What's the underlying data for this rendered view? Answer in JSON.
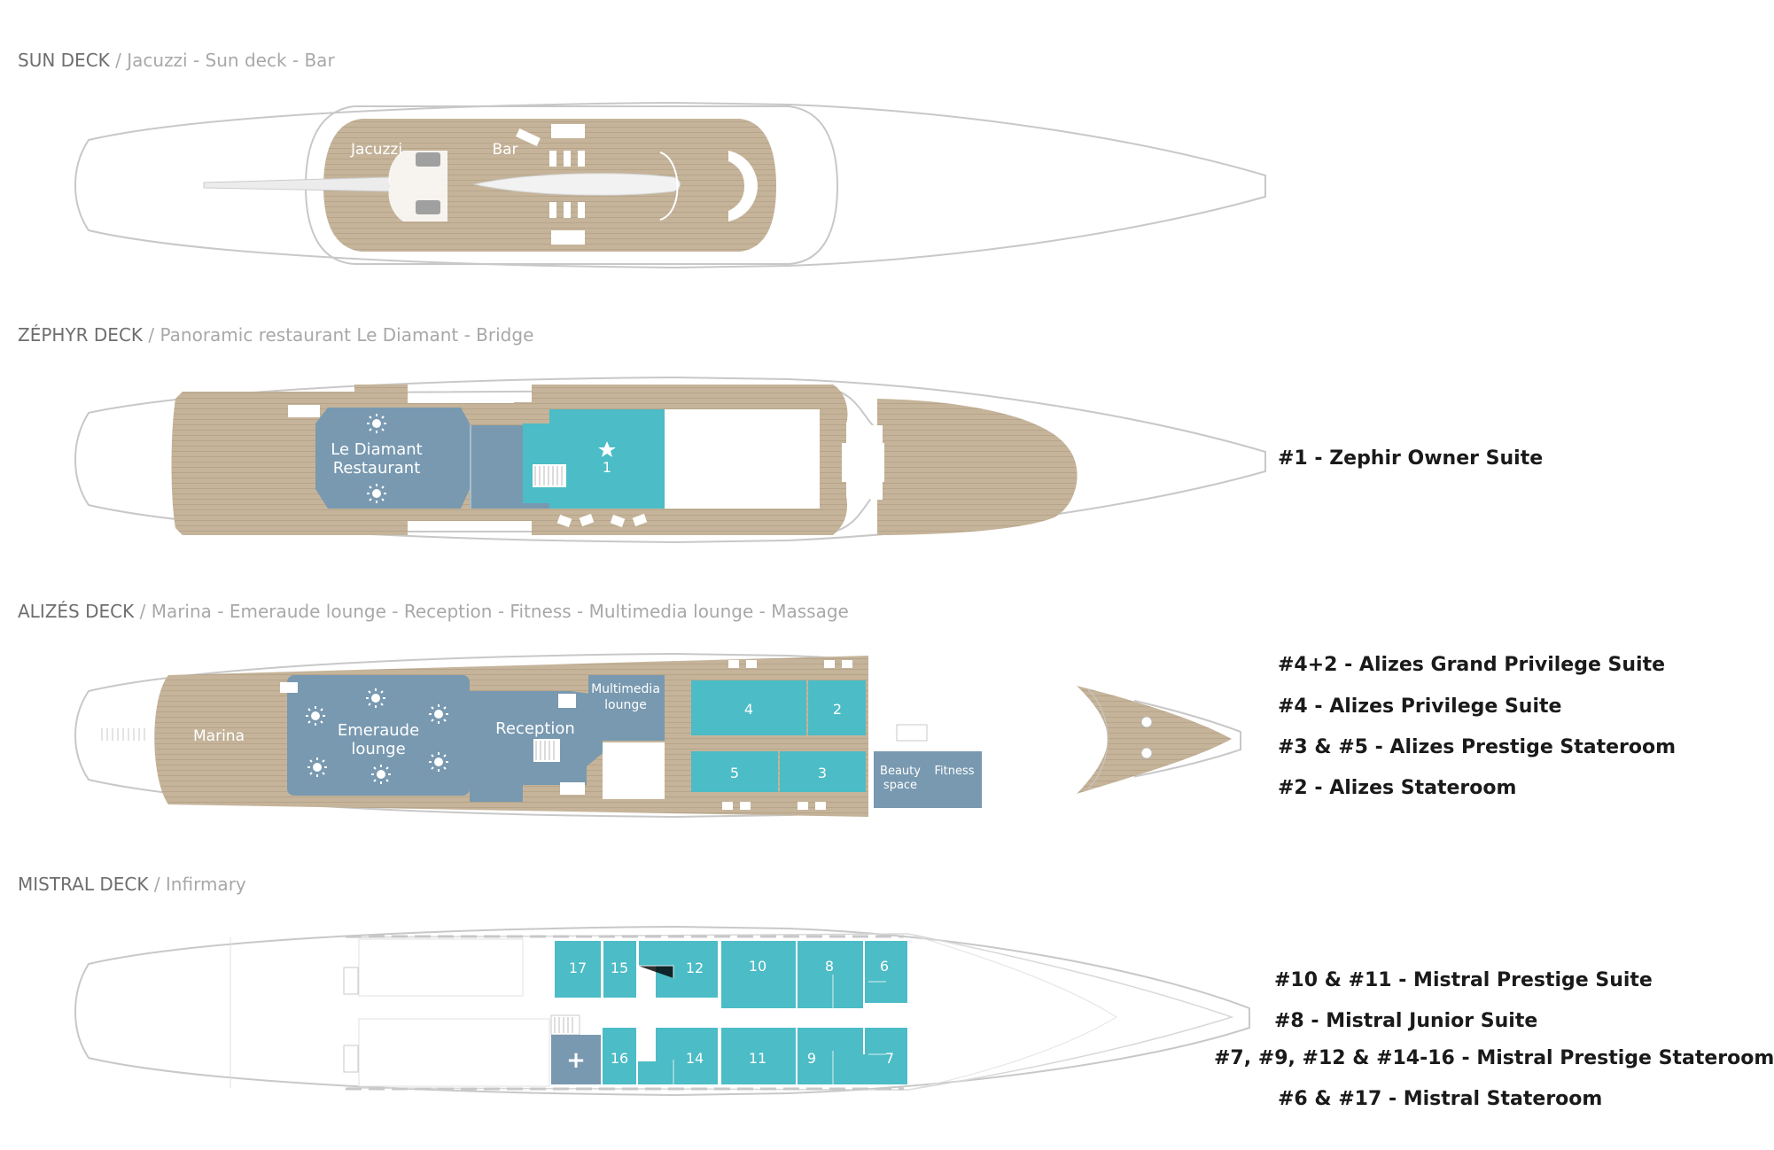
{
  "decks": [
    {
      "name": "SUN DECK",
      "subtitle": "/ Jacuzzi - Sun deck - Bar"
    },
    {
      "name": "ZÉPHYR DECK",
      "subtitle": "/  Panoramic restaurant Le Diamant - Bridge"
    },
    {
      "name": "ALIZÉS DECK",
      "subtitle": "/ Marina - Emeraude lounge - Reception - Fitness - Multimedia lounge - Massage"
    },
    {
      "name": "MISTRAL DECK",
      "subtitle": "/ Infirmary"
    }
  ],
  "sun_deck": {
    "jacuzzi": "Jacuzzi",
    "bar": "Bar"
  },
  "zephyr_deck": {
    "restaurant_line1": "Le Diamant",
    "restaurant_line2": "Restaurant",
    "suite_number": "1",
    "legend": [
      "#1 - Zephir Owner Suite"
    ]
  },
  "alizes_deck": {
    "marina": "Marina",
    "lounge_line1": "Emeraude",
    "lounge_line2": "lounge",
    "reception": "Reception",
    "multimedia_line1": "Multimedia",
    "multimedia_line2": "lounge",
    "beauty_line1": "Beauty",
    "beauty_line2": "space",
    "fitness": "Fitness",
    "cabins": [
      "4",
      "2",
      "5",
      "3"
    ],
    "legend": [
      "#4+2 - Alizes Grand Privilege Suite",
      "#4 - Alizes Privilege Suite",
      "#3 & #5 - Alizes Prestige Stateroom",
      "#2 - Alizes Stateroom"
    ]
  },
  "mistral_deck": {
    "cabins": [
      "17",
      "15",
      "12",
      "10",
      "8",
      "6",
      "16",
      "14",
      "11",
      "9",
      "7"
    ],
    "infirmary_symbol": "+",
    "legend": [
      "#10 & #11 - Mistral Prestige Suite",
      "#8 - Mistral Junior Suite",
      "#7, #9, #12 & #14-16 - Mistral Prestige Stateroom",
      "#6 & #17 - Mistral Stateroom"
    ]
  },
  "colors": {
    "wood": "#c5b49a",
    "lounge": "#7899b0",
    "cabin": "#4cbcc6",
    "hull_stroke": "#c8c8c8"
  }
}
